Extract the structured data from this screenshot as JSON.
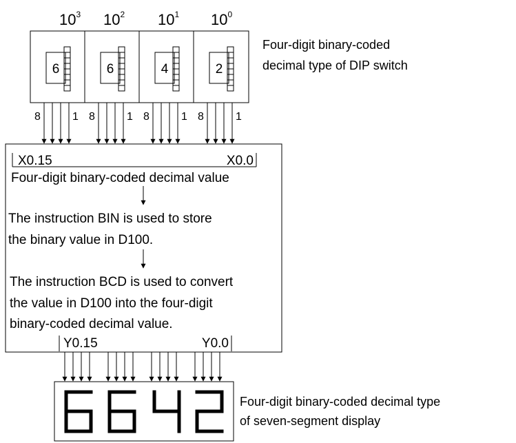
{
  "powers": [
    {
      "base": "10",
      "exp": "3"
    },
    {
      "base": "10",
      "exp": "2"
    },
    {
      "base": "10",
      "exp": "1"
    },
    {
      "base": "10",
      "exp": "0"
    }
  ],
  "dip_digits": [
    "6",
    "6",
    "4",
    "2"
  ],
  "dip_caption": [
    "Four-digit binary-coded",
    "decimal type of DIP switch"
  ],
  "bit_labels": {
    "high": "8",
    "low": "1"
  },
  "input_range": {
    "left": "X0.15",
    "right": "X0.0"
  },
  "box_texts": {
    "step1": "Four-digit binary-coded decimal value",
    "step2": [
      "The instruction BIN is used to store",
      "the binary value in D100."
    ],
    "step3": [
      "The instruction BCD is used to convert",
      "the value in D100 into the four-digit",
      "binary-coded decimal value."
    ]
  },
  "output_range": {
    "left": "Y0.15",
    "right": "Y0.0"
  },
  "display_digits": [
    "6",
    "6",
    "4",
    "2"
  ],
  "display_caption": [
    "Four-digit binary-coded decimal type",
    "of seven-segment display"
  ]
}
